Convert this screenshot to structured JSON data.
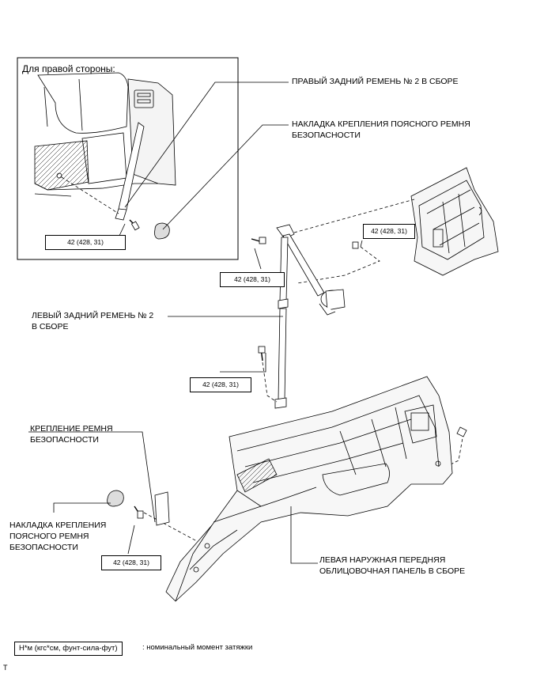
{
  "inset": {
    "title": "Для правой стороны:"
  },
  "labels": {
    "right_belt": "ПРАВЫЙ ЗАДНИЙ РЕМЕНЬ № 2 В СБОРЕ",
    "lap_cover_right_line1": "НАКЛАДКА КРЕПЛЕНИЯ ПОЯСНОГО РЕМНЯ",
    "lap_cover_right_line2": "БЕЗОПАСНОСТИ",
    "left_belt_line1": "ЛЕВЫЙ ЗАДНИЙ РЕМЕНЬ № 2",
    "left_belt_line2": "В СБОРЕ",
    "belt_anchor_line1": "КРЕПЛЕНИЕ РЕМНЯ",
    "belt_anchor_line2": "БЕЗОПАСНОСТИ",
    "lap_cover_left_line1": "НАКЛАДКА КРЕПЛЕНИЯ",
    "lap_cover_left_line2": "ПОЯСНОГО РЕМНЯ",
    "lap_cover_left_line3": "БЕЗОПАСНОСТИ",
    "trim_panel_line1": "ЛЕВАЯ НАРУЖНАЯ ПЕРЕДНЯЯ",
    "trim_panel_line2": "ОБЛИЦОВОЧНАЯ ПАНЕЛЬ В СБОРЕ"
  },
  "torque_values": [
    "42 (428, 31)",
    "42 (428, 31)",
    "42 (428, 31)",
    "42 (428, 31)",
    "42 (428, 31)"
  ],
  "legend": {
    "units": "Н*м (кгс*см, фунт-сила-фут)",
    "description": ": номинальный момент затяжки"
  },
  "corner_mark": "T",
  "colors": {
    "line": "#000000",
    "panel_fill": "#e8e8e8",
    "background": "#ffffff"
  }
}
